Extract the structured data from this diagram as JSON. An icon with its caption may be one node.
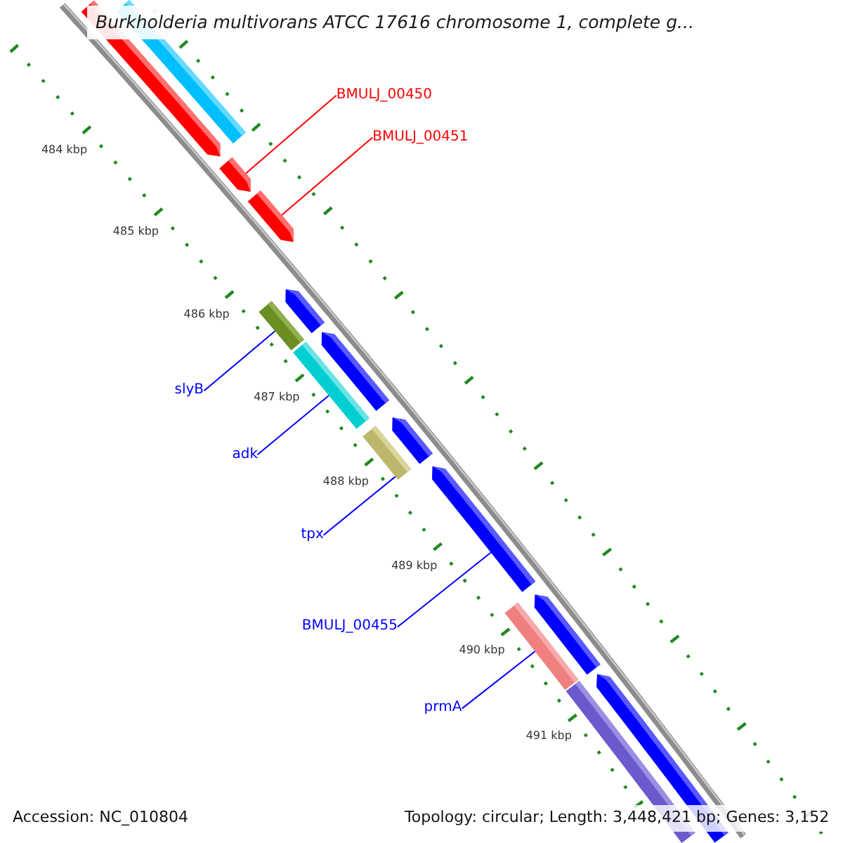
{
  "diagram": {
    "title": "Burkholderia multivorans ATCC 17616 chromosome 1, complete g...",
    "nodes": [
      {
        "text": [],
        "shape": "pentagon"
      },
      {
        "text": [],
        "shape": "bar"
      },
      {
        "text": [
          "BMULJ_00450"
        ]
      },
      {
        "text": [
          "BMULJ_00451"
        ]
      },
      {
        "text": [],
        "shape": "pentagon"
      },
      {
        "text": [],
        "shape": "pentagon"
      },
      {
        "text": [],
        "shape": "pentagon"
      },
      {
        "text": [],
        "shape": "bar"
      },
      {
        "text": [],
        "shape": "pentagon"
      },
      {
        "text": [],
        "shape": "bar"
      },
      {
        "text": [
          "slyB"
        ]
      },
      {
        "text": [],
        "shape": "bar"
      },
      {
        "text": [],
        "shape": "pentagon"
      },
      {
        "text": [
          "adk"
        ]
      },
      {
        "text": [],
        "shape": "pentagon"
      },
      {
        "text": [
          "tpx"
        ]
      },
      {
        "text": [
          "BMULJ_00455"
        ]
      },
      {
        "text": [],
        "shape": "bar"
      },
      {
        "text": [],
        "shape": "pentagon"
      },
      {
        "text": [],
        "shape": "bar"
      },
      {
        "text": [],
        "shape": "pentagon"
      },
      {
        "text": [
          "prmA"
        ]
      }
    ],
    "edges": [
      {
        "from": 2,
        "to": 4,
        "arrow": "none",
        "color": "#ff0000"
      },
      {
        "from": 3,
        "to": 5,
        "arrow": "none",
        "color": "#ff0000"
      },
      {
        "from": 10,
        "to": 7,
        "arrow": "none"
      },
      {
        "from": 13,
        "to": 9,
        "arrow": "none"
      },
      {
        "from": 15,
        "to": 11,
        "arrow": "none"
      },
      {
        "from": 16,
        "to": 14,
        "arrow": "none"
      },
      {
        "from": 21,
        "to": 17,
        "arrow": "none"
      }
    ],
    "labels": [
      "484 kbp",
      "485 kbp",
      "486 kbp",
      "487 kbp",
      "488 kbp",
      "489 kbp",
      "490 kbp",
      "491 kbp",
      "Accession: NC_010804",
      "Topology: circular; Length: 3,448,421 bp; Genes: 3,152"
    ]
  }
}
